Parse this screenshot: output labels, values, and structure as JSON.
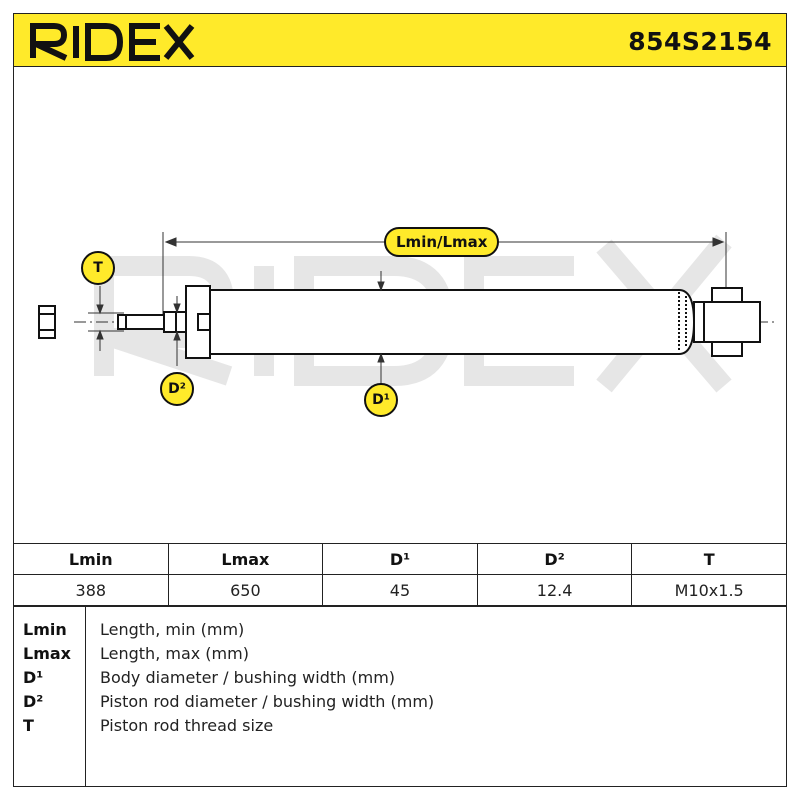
{
  "header": {
    "brand": "RIDEX",
    "part_number": "854S2154",
    "brand_color": "#ffea2a"
  },
  "diagram": {
    "callouts": {
      "length": "Lmin/Lmax",
      "thread": "T",
      "rod_diameter": "D²",
      "body_diameter": "D¹"
    }
  },
  "specs": {
    "headers": [
      "Lmin",
      "Lmax",
      "D¹",
      "D²",
      "T"
    ],
    "values": [
      "388",
      "650",
      "45",
      "12.4",
      "M10x1.5"
    ]
  },
  "legend": [
    {
      "key": "Lmin",
      "desc": "Length, min (mm)"
    },
    {
      "key": "Lmax",
      "desc": "Length, max (mm)"
    },
    {
      "key": "D¹",
      "desc": "Body diameter / bushing width (mm)"
    },
    {
      "key": "D²",
      "desc": "Piston rod diameter / bushing width (mm)"
    },
    {
      "key": "T",
      "desc": "Piston rod thread size"
    }
  ]
}
